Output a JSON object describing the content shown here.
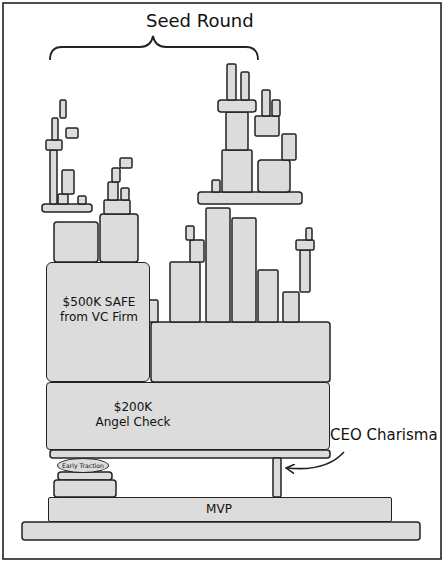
{
  "diagram": {
    "nodes": [
      {
        "text": [
          "$500K SAFE from VC Firm"
        ]
      },
      {
        "text": [
          "$200K Angel Check"
        ]
      },
      {
        "text": [
          "Early Traction"
        ]
      },
      {
        "text": [
          "MVP"
        ]
      }
    ],
    "labels": [
      "Seed Round",
      "CEO Charisma"
    ]
  }
}
